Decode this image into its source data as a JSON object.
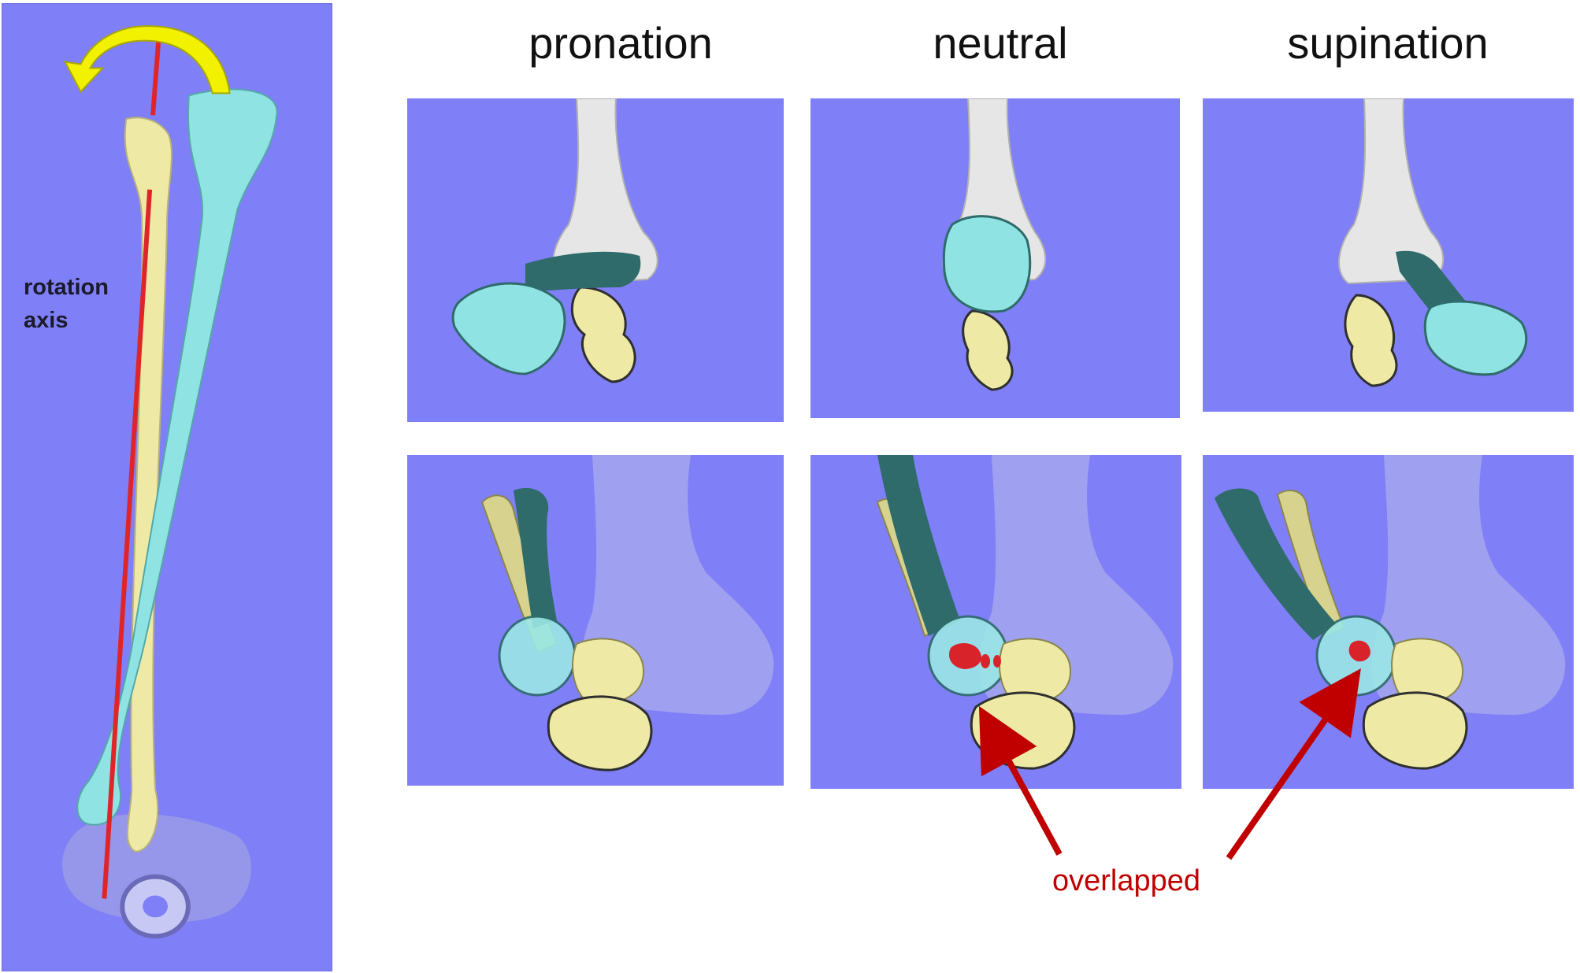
{
  "columns": {
    "pronation": "pronation",
    "neutral": "neutral",
    "supination": "supination"
  },
  "left_panel": {
    "axis_label_line1": "rotation",
    "axis_label_line2": "axis"
  },
  "annotation": {
    "overlap_label": "overlapped"
  },
  "colors": {
    "background": "#7f7ff7",
    "radius_bone": "#8fe3e3",
    "radius_dark": "#2f6b6b",
    "ulna_bone": "#eeeaa6",
    "humerus_bone": "#e6e6e6",
    "axis_line": "#e0252a",
    "rotation_arrow": "#f2f200",
    "overlap_marker": "#d9232a",
    "annotation_arrow": "#c00000"
  }
}
